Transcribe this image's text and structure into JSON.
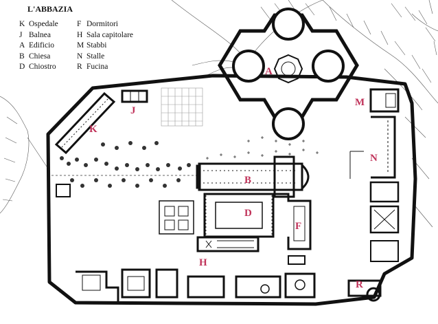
{
  "map": {
    "title": "L'ABBAZIA",
    "accent_color": "#c0335a",
    "legend_left": [
      {
        "code": "K",
        "name": "Ospedale"
      },
      {
        "code": "J",
        "name": "Balnea"
      },
      {
        "code": "A",
        "name": "Edificio"
      },
      {
        "code": "B",
        "name": "Chiesa"
      },
      {
        "code": "D",
        "name": "Chiostro"
      }
    ],
    "legend_right": [
      {
        "code": "F",
        "name": "Dormitori"
      },
      {
        "code": "H",
        "name": "Sala capitolare"
      },
      {
        "code": "M",
        "name": "Stabbi"
      },
      {
        "code": "N",
        "name": "Stalle"
      },
      {
        "code": "R",
        "name": "Fucina"
      }
    ],
    "labels": {
      "A": "A",
      "B": "B",
      "D": "D",
      "F": "F",
      "H": "H",
      "J": "J",
      "K": "K",
      "M": "M",
      "N": "N",
      "R": "R"
    }
  }
}
